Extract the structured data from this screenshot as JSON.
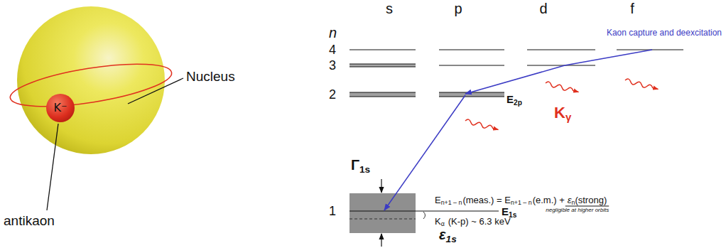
{
  "diagram": {
    "nodes": [
      {
        "text": [
          "K⁻"
        ]
      }
    ],
    "labels": [
      "Nucleus",
      "antikaon",
      "s",
      "p",
      "d",
      "f",
      "n",
      "4",
      "3",
      "2",
      "1",
      "Kaon capture and deexcitation",
      "K",
      "γ",
      "E",
      "2p",
      "Γ",
      "1s",
      "E",
      "n+1 – n",
      "(meas.) = E",
      "n+1 – n",
      "(e.m.) +",
      "ε",
      "n",
      "(strong)",
      "negligible at higher orbits",
      "K",
      "α",
      "(K-p) ~ 6.3 keV",
      "E",
      "1s",
      "ε",
      "1s"
    ]
  }
}
